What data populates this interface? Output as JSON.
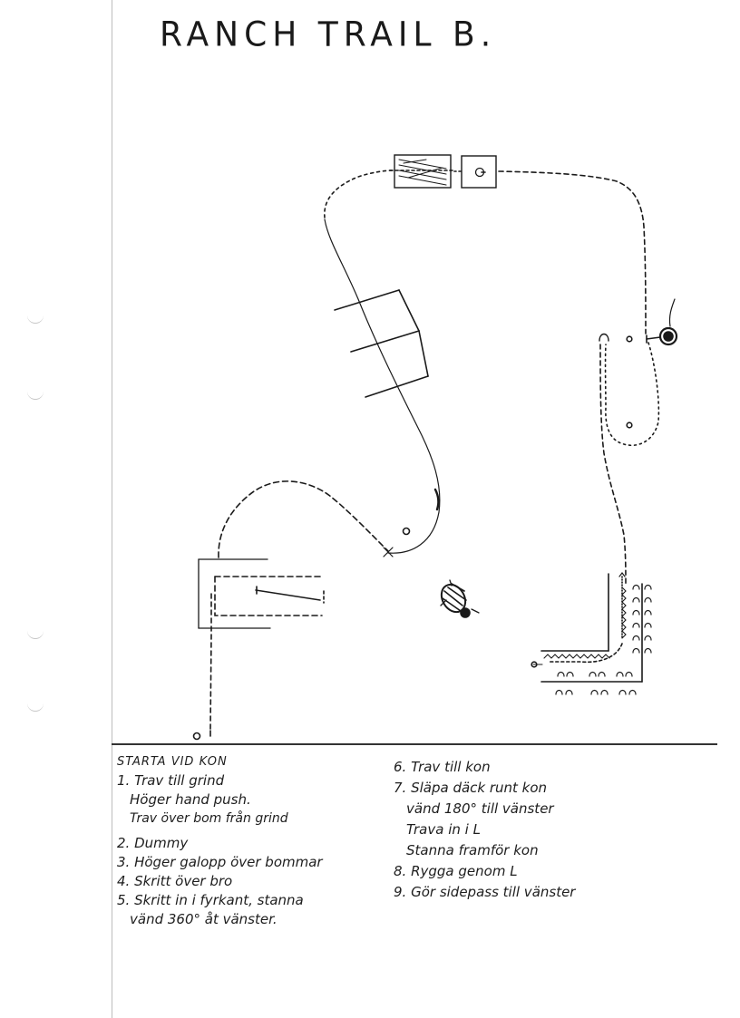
{
  "title": "RANCH TRAIL B.",
  "start_text": "STARTA VID KON",
  "left_instructions": [
    "1. Trav till grind",
    "Höger hand push.",
    "Trav över bom från grind",
    "2. Dummy",
    "3. Höger galopp över bommar",
    "4. Skritt över bro",
    "5. Skritt in i fyrkant, stanna",
    "vänd 360° åt vänster."
  ],
  "right_instructions": [
    "6. Trav till kon",
    "7. Släpa däck runt kon",
    "vänd 180° till vänster",
    "Trava in i L",
    "Stanna framför kon",
    "8. Rygga genom L",
    "9. Gör sidepass till vänster"
  ],
  "colors": {
    "ink": "#1a1a1a",
    "paper": "#ffffff",
    "margin_line": "#bdbdbd"
  }
}
